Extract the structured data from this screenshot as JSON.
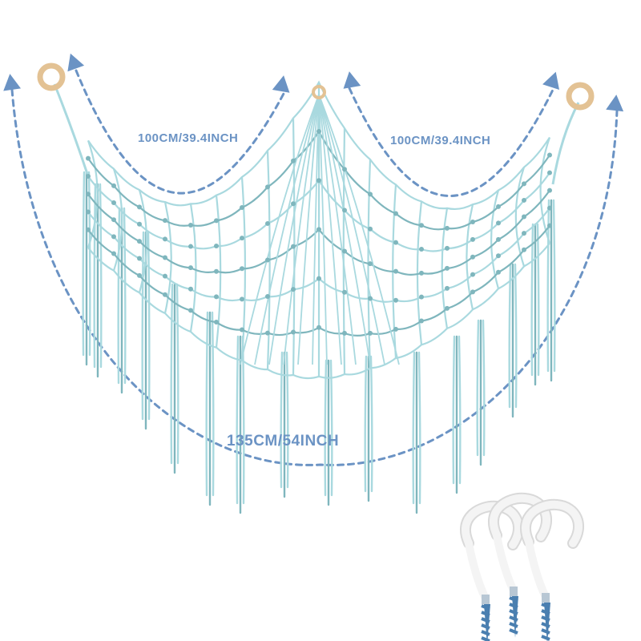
{
  "dimensions": {
    "left_span": "100CM/39.4INCH",
    "right_span": "100CM/39.4INCH",
    "total_span": "135CM/54INCH"
  },
  "colors": {
    "dimension": "#6b93c4",
    "net_cord": "#a9d9df",
    "net_shadow": "#7fb6bd",
    "wood_ring": "#e3c294",
    "hook_white": "#f4f4f4",
    "screw_blue": "#4a7fb0"
  },
  "icons": {
    "arrow": "triangle-arrow-icon",
    "hook": "screw-hook-icon",
    "ring": "wooden-ring-icon"
  },
  "product": {
    "hook_count": 3
  }
}
